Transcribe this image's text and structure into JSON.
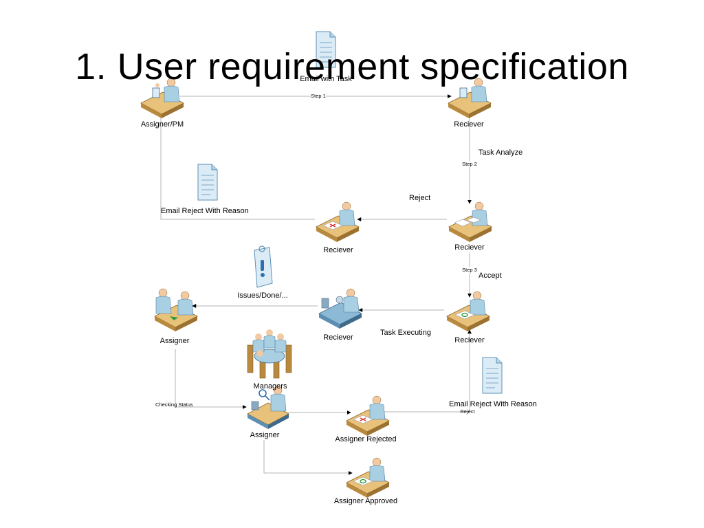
{
  "slide": {
    "title": "1. User requirement specification"
  },
  "labels": {
    "assigner_pm": "Assigner/PM",
    "reciever_1": "Reciever",
    "email_with_task": "Email with Task",
    "step_1": "Step 1",
    "task_analyze": "Task Analyze",
    "step_2": "Step 2",
    "reject_1": "Reject",
    "email_reject_1": "Email Reject With Reason",
    "reciever_reject": "Reciever",
    "reciever_analyze": "Reciever",
    "step_3": "Step 3",
    "accept": "Accept",
    "issues_done": "Issues/Done/...",
    "assigner_meeting": "Assigner",
    "reciever_exec": "Reciever",
    "task_executing": "Task Executing",
    "reciever_accept": "Reciever",
    "managers": "Managers",
    "checking_status": "Checking Status",
    "assigner_check": "Assigner",
    "email_reject_2": "Email Reject With Reason",
    "reject_2": "Reject",
    "assigner_rejected": "Assigner Rejected",
    "assigner_approved": "Assigner Approved"
  },
  "colors": {
    "line": "#b3b3b3",
    "desk_top": "#e8c27a",
    "desk_side": "#b98a3e",
    "person": "#a9cfe3",
    "skin": "#f2c9a0",
    "doc": "#dcecf7",
    "doc_stroke": "#5d8fb5"
  }
}
